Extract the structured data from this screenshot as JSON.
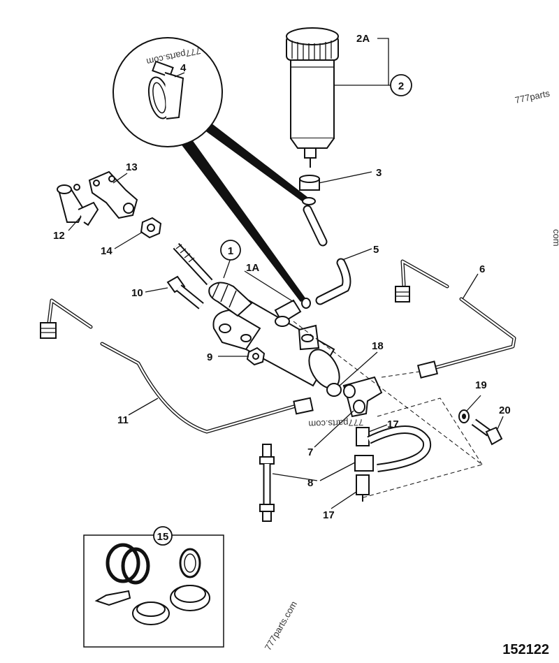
{
  "labels": {
    "p1": "1",
    "p1a": "1A",
    "p2": "2",
    "p2a": "2A",
    "p3": "3",
    "p4": "4",
    "p5": "5",
    "p6": "6",
    "p7": "7",
    "p8": "8",
    "p9": "9",
    "p10": "10",
    "p11": "11",
    "p12": "12",
    "p13": "13",
    "p14": "14",
    "p15": "15",
    "p17a": "17",
    "p17b": "17",
    "p18": "18",
    "p19": "19",
    "p20": "20"
  },
  "watermarks": {
    "w1": "777parts.com",
    "w2": "777parts",
    "w3": "777parts.com",
    "w4": "777parts.com",
    "w5": "com"
  },
  "diagram_number": "152122"
}
